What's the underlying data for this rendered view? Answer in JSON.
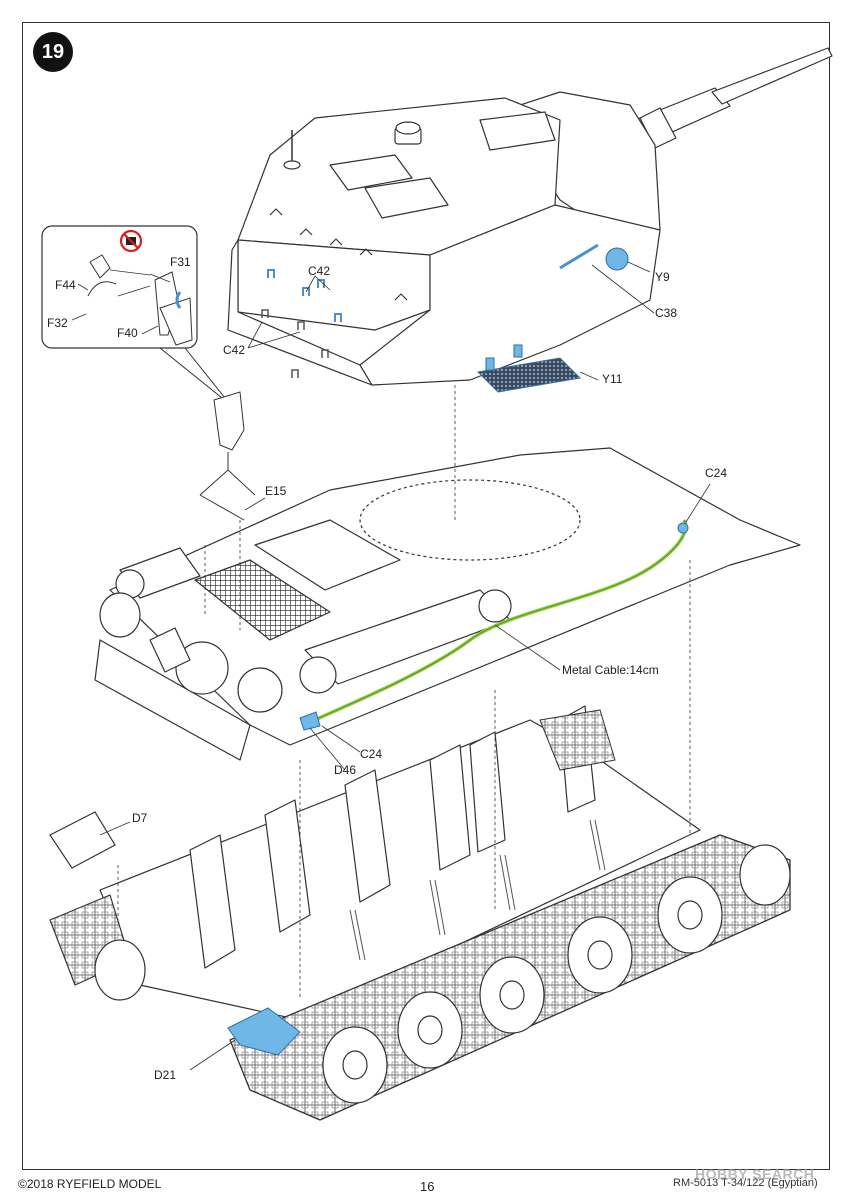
{
  "step": {
    "number": "19"
  },
  "labels": {
    "f44": "F44",
    "f31": "F31",
    "f32": "F32",
    "f40": "F40",
    "c42_a": "C42",
    "c42_b": "C42",
    "y9": "Y9",
    "c38": "C38",
    "y11": "Y11",
    "e15": "E15",
    "c24_top": "C24",
    "metal_cable": "Metal Cable:14cm",
    "c24_bottom": "C24",
    "d46": "D46",
    "d7": "D7",
    "d21": "D21"
  },
  "footer": {
    "copyright": "©2018 RYEFIELD MODEL",
    "page_number": "16",
    "product_code": "RM-5013 T-34/122 (Egyptian)",
    "watermark": "HOBBY SEARCH"
  },
  "colors": {
    "part_highlight": "#6fb7e6",
    "cable": "#8fce3c",
    "line": "#333333",
    "badge": "#111111"
  },
  "icons": {
    "no_glue": "no-glue-icon"
  }
}
